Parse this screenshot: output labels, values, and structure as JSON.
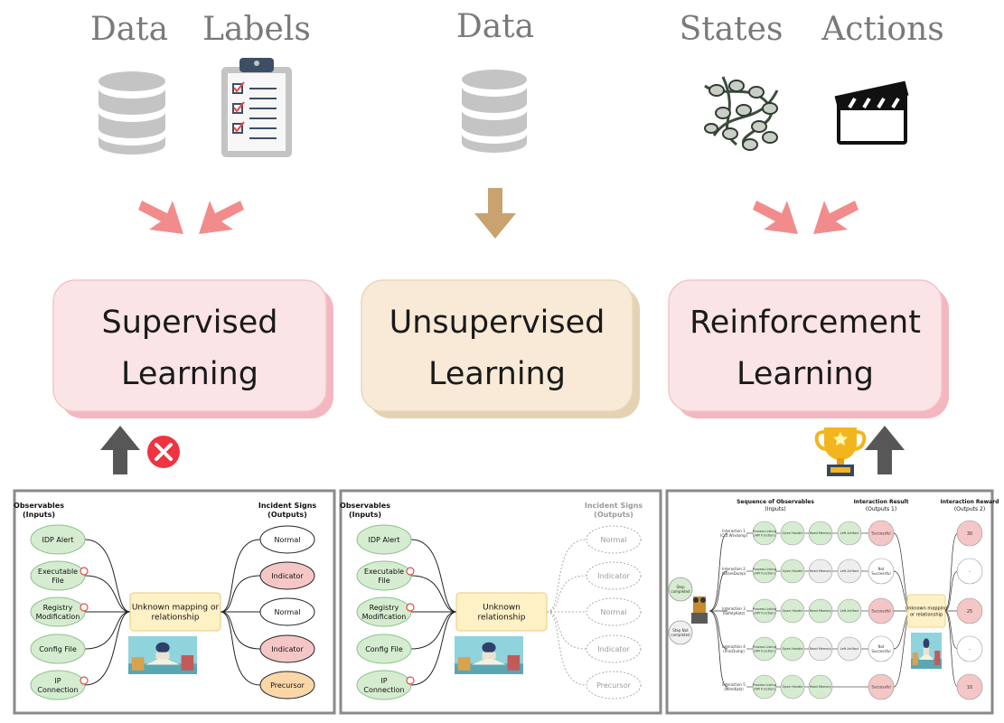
{
  "header": {
    "col1_left": "Data",
    "col1_right": "Labels",
    "col2": "Data",
    "col3_left": "States",
    "col3_right": "Actions"
  },
  "boxes": {
    "supervised_line1": "Supervised",
    "supervised_line2": "Learning",
    "unsupervised_line1": "Unsupervised",
    "unsupervised_line2": "Learning",
    "reinforcement_line1": "Reinforcement",
    "reinforcement_line2": "Learning"
  },
  "colors": {
    "pink_box": "#fbe4e6",
    "pink_shadow": "#f4b7bf",
    "beige_box": "#f8ead6",
    "beige_shadow": "#e5d2b3",
    "pink_arrow": "#f28c8c",
    "brown_arrow": "#c9a270",
    "icon_gray": "#c4c4c4",
    "green_node": "#d5ecd0",
    "red_node": "#f5c6c6",
    "orange_node": "#fbd7a8",
    "yellow_box": "#fff1c6"
  },
  "panel1": {
    "inputs_title": "Observables",
    "inputs_sub": "(Inputs)",
    "outputs_title": "Incident Signs",
    "outputs_sub": "(Outputs)",
    "inputs": [
      "IDP Alert",
      "Executable|File",
      "Registry|Modification",
      "Config File",
      "IP|Connection"
    ],
    "center": "Unknown mapping or|relationship",
    "outputs": [
      "Normal",
      "Indicator",
      "Normal",
      "Indicator",
      "Precursor"
    ]
  },
  "panel2": {
    "inputs_title": "Observables",
    "inputs_sub": "(Inputs)",
    "outputs_title": "Incident Signs",
    "outputs_sub": "(Outputs)",
    "inputs": [
      "IDP Alert",
      "Executable|File",
      "Registry|Modification",
      "Config File",
      "IP|Connection"
    ],
    "center": "Unknown|relationship",
    "outputs": [
      "Normal",
      "Indicator",
      "Normal",
      "Indicator",
      "Precursor"
    ]
  },
  "panel3": {
    "seq_title": "Sequence of Observables",
    "seq_sub": "(Inputs)",
    "res_title": "Interaction Result",
    "res_sub": "(Outputs 1)",
    "rew_title": "Interaction Reward",
    "rew_sub": "(Outputs 2)",
    "start_nodes": [
      "Step|completed",
      "Step Not|completed"
    ],
    "rows": [
      {
        "label": "Interaction 1|(Cut Windump)",
        "result": "Successful",
        "reward": "30"
      },
      {
        "label": "Interaction 2|(ShareDump)",
        "result": "Not|Successful",
        "reward": "-"
      },
      {
        "label": "Interaction 3|(SafetyKatz)",
        "result": "Successful",
        "reward": "25"
      },
      {
        "label": "Interaction 4|(ProcDump)",
        "result": "Not|Successful",
        "reward": "-"
      },
      {
        "label": "Interaction 5|(MimiKatz)",
        "result": "Successful",
        "reward": "10"
      }
    ],
    "steps": [
      "Process Listing|(API function)",
      "Open Handle",
      "Read Memory",
      "Left Artifact"
    ],
    "center": "Unknown mapping|or relationship"
  }
}
